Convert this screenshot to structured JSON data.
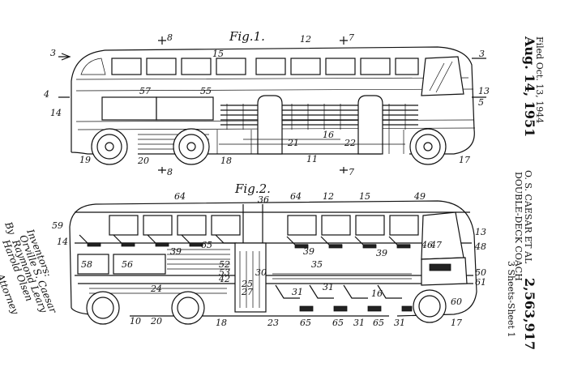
{
  "side_text": {
    "date": "Aug. 14, 1951",
    "inventor": "O. S. CAESAR ET AL",
    "filed": "Filed Oct. 13, 1944",
    "title": "DOUBLE-DECK COACH",
    "sheets": "3 Sheets-Sheet 1",
    "patent_no": "2,563,917"
  },
  "signature": {
    "inventors_heading": "Inventors:",
    "name1": "Orville S. Caesar",
    "name2": "Raymond Leary",
    "by": "By",
    "attorney_name": "Harold Olsen",
    "attorney_label": "Attorney"
  },
  "fig1": {
    "title": "Fig.1.",
    "refs": [
      "3",
      "8",
      "12",
      "7",
      "15",
      "3",
      "4",
      "57",
      "55",
      "13",
      "14",
      "5",
      "16",
      "21",
      "22",
      "19",
      "20",
      "18",
      "11",
      "17",
      "8",
      "7"
    ]
  },
  "fig2": {
    "title": "Fig.2.",
    "refs": [
      "64",
      "36",
      "64",
      "12",
      "15",
      "49",
      "59",
      "14",
      "13",
      "48",
      "58",
      "56",
      "65",
      "39",
      "35",
      "39",
      "39",
      "47",
      "50",
      "61",
      "60",
      "52",
      "53",
      "25",
      "27",
      "30",
      "24",
      "16",
      "31",
      "31",
      "10",
      "20",
      "18",
      "23",
      "65",
      "65",
      "31",
      "65",
      "31",
      "17",
      "42",
      "46"
    ]
  },
  "colors": {
    "ink": "#111111",
    "paper": "#ffffff"
  },
  "icons": {
    "bus_side_view": "bus-side-elevation",
    "bus_section_view": "bus-longitudinal-section"
  }
}
